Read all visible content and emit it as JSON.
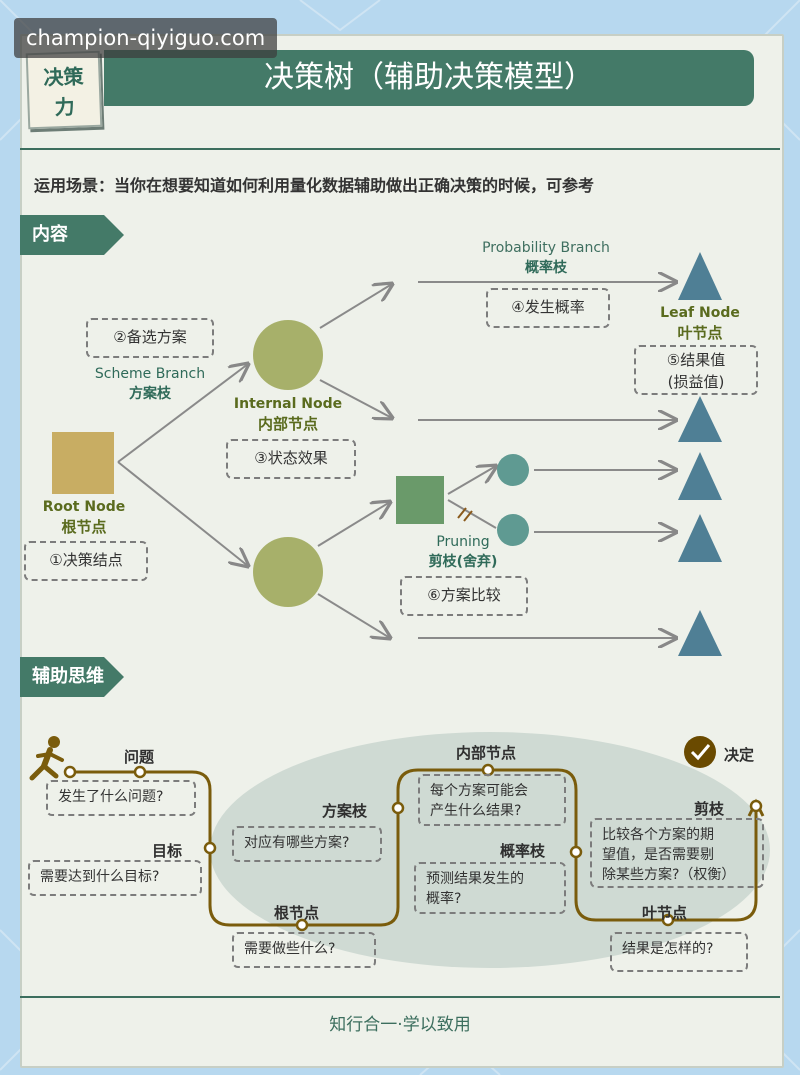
{
  "watermark": "champion-qiyiguo.com",
  "badge": {
    "line1": "决策",
    "line2": "力"
  },
  "title": "决策树（辅助决策模型）",
  "scene": "运用场景：当你在想要知道如何利用量化数据辅助做出正确决策的时候，可参考",
  "sections": {
    "content": "内容",
    "thinking": "辅助思维"
  },
  "tree": {
    "root_en": "Root Node",
    "root_cn": "根节点",
    "root_note": "①决策结点",
    "scheme_note": "②备选方案",
    "scheme_en": "Scheme Branch",
    "scheme_cn": "方案枝",
    "internal_en": "Internal Node",
    "internal_cn": "内部节点",
    "internal_note": "③状态效果",
    "prob_en": "Probability Branch",
    "prob_cn": "概率枝",
    "prob_note": "④发生概率",
    "leaf_en": "Leaf Node",
    "leaf_cn": "叶节点",
    "leaf_note_1": "⑤结果值",
    "leaf_note_2": "(损益值)",
    "prune_en": "Pruning",
    "prune_cn": "剪枝(舍弃)",
    "prune_note": "⑥方案比较"
  },
  "path": {
    "problem": "问题",
    "problem_q": "发生了什么问题?",
    "goal": "目标",
    "goal_q": "需要达到什么目标?",
    "root": "根节点",
    "root_q": "需要做些什么?",
    "scheme": "方案枝",
    "scheme_q": "对应有哪些方案?",
    "internal": "内部节点",
    "internal_q1": "每个方案可能会",
    "internal_q2": "产生什么结果?",
    "prob": "概率枝",
    "prob_q1": "预测结果发生的",
    "prob_q2": "概率?",
    "leaf": "叶节点",
    "leaf_q": "结果是怎样的?",
    "prune": "剪枝",
    "prune_q1": "比较各个方案的期",
    "prune_q2": "望值，是否需要剔",
    "prune_q3": "除某些方案?（权衡）",
    "decide": "决定"
  },
  "footer": "知行合一·学以致用",
  "colors": {
    "green": "#447a68",
    "olive": "#a7b06a",
    "square": "#c8ad63",
    "teal": "#5f9a92",
    "triangle": "#4f7f95",
    "path": "#7a5c0c"
  }
}
